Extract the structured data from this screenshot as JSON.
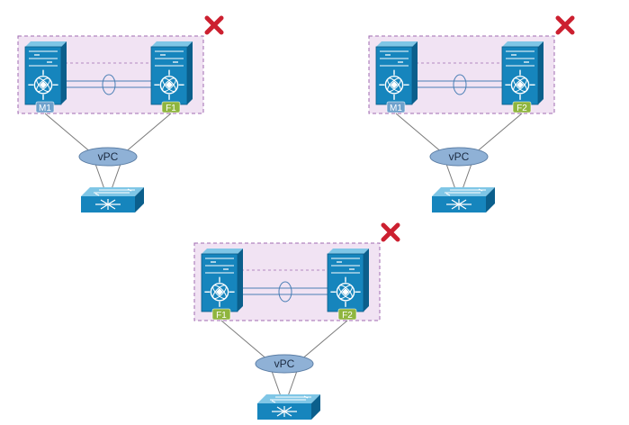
{
  "colors": {
    "background": "#ffffff",
    "domain_fill": "#f1e3f3",
    "domain_border": "#a06bb0",
    "switch_front": "#1685bd",
    "switch_top": "#7fc6e6",
    "switch_side": "#0b5f8c",
    "switch_line": "#ffffff",
    "m_badge": "#6ea1cc",
    "f_badge": "#8fb53e",
    "vpc_fill": "#8fb1d6",
    "vpc_stroke": "#5d7fa6",
    "link": "#7a7a7a",
    "cross": "#cc2030"
  },
  "icons": {
    "nexus_switch": "nexus-switch-icon",
    "access_switch": "access-switch-icon",
    "peer_link": "peer-link-icon",
    "invalid": "red-x-icon"
  },
  "diagrams": [
    {
      "id": "m1-f1",
      "left_badge": "M1",
      "right_badge": "F1",
      "left_badge_type": "m",
      "right_badge_type": "f",
      "vpc_label": "vPC",
      "invalid": true
    },
    {
      "id": "m1-f2",
      "left_badge": "M1",
      "right_badge": "F2",
      "left_badge_type": "m",
      "right_badge_type": "f",
      "vpc_label": "vPC",
      "invalid": true
    },
    {
      "id": "f1-f2",
      "left_badge": "F1",
      "right_badge": "F2",
      "left_badge_type": "f",
      "right_badge_type": "f",
      "vpc_label": "vPC",
      "invalid": true
    }
  ]
}
